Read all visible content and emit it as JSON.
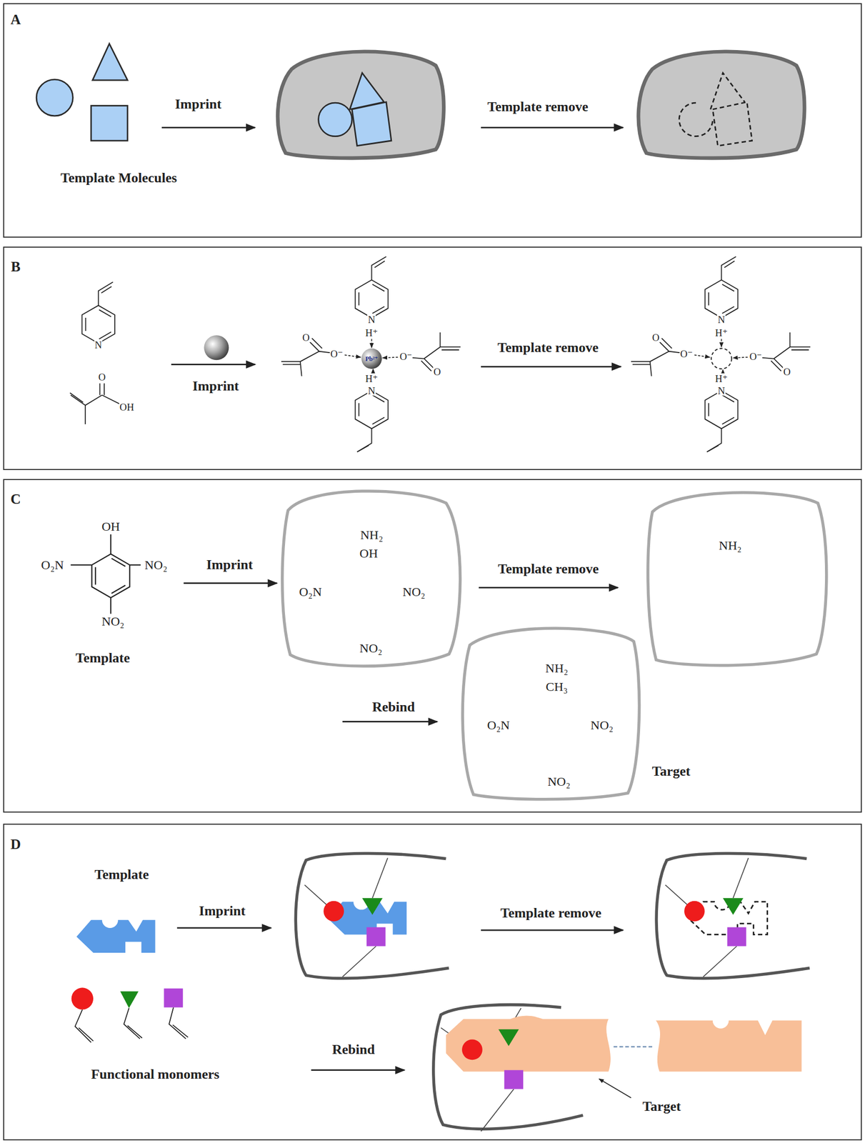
{
  "diagram": {
    "nodes": [
      {
        "text": [
          "A"
        ]
      },
      {
        "text": [
          "B"
        ]
      },
      {
        "text": [
          "C"
        ]
      },
      {
        "text": [
          "NH₂",
          "OH",
          "O₂N",
          "NO₂",
          "NO₂"
        ],
        "in": 2
      },
      {
        "text": [
          "NH₂"
        ],
        "in": 2
      },
      {
        "text": [
          "NH₂",
          "CH₃",
          "O₂N",
          "NO₂",
          "NO₂"
        ],
        "in": 2
      },
      {
        "text": [
          "D"
        ]
      }
    ],
    "edges": [
      {
        "from": 3,
        "to": 4,
        "arrow": "to",
        "label": "Template remove"
      }
    ],
    "labels": [
      "Imprint",
      "Template remove",
      "Template Molecules",
      "N",
      "O",
      "OH",
      "Imprint",
      "O",
      "O⁻",
      "N",
      "H⁺",
      "Pb²⁺",
      "O⁻",
      "O",
      "H⁺",
      "N",
      "Template remove",
      "O",
      "O⁻",
      "N",
      "H⁺",
      "O⁻",
      "O",
      "H⁺",
      "N",
      "OH",
      "O₂N",
      "NO₂",
      "NO₂",
      "Template",
      "Imprint",
      "Rebind",
      "Target",
      "Template",
      "Imprint",
      "Template remove",
      "Functional monomers",
      "Rebind",
      "Target"
    ]
  }
}
